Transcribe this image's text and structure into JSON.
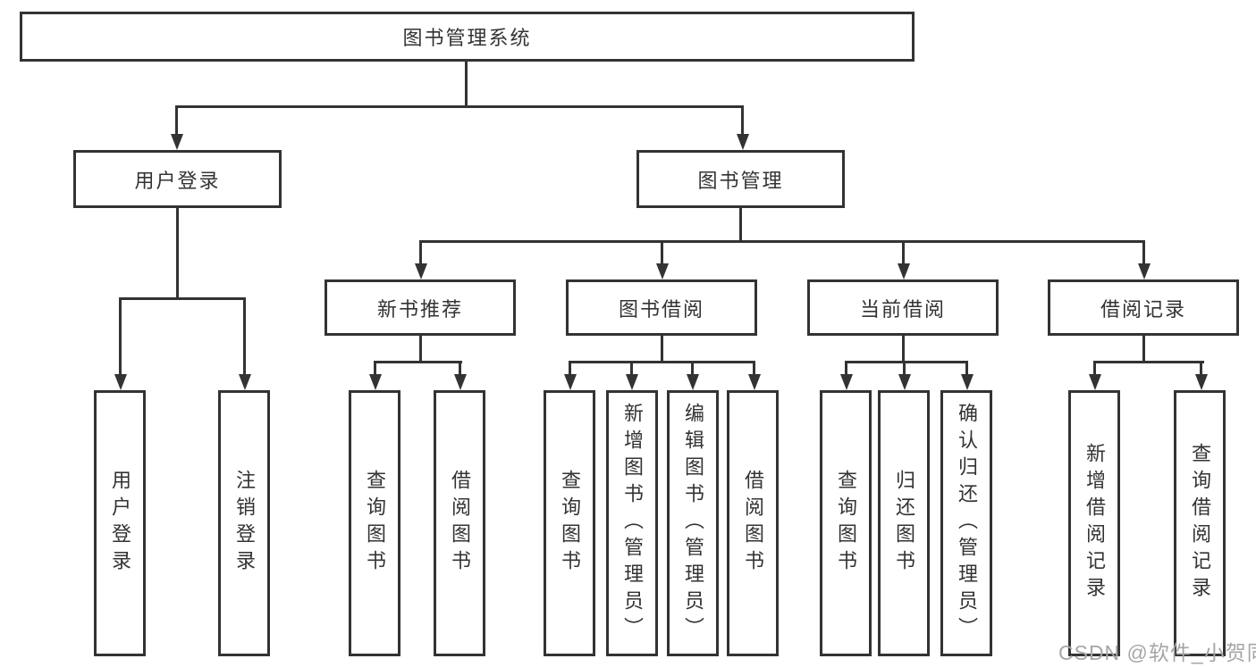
{
  "diagram": {
    "root": {
      "label": "图书管理系统",
      "children": [
        {
          "label": "用户登录",
          "children": [
            {
              "label": "用户登录"
            },
            {
              "label": "注销登录"
            }
          ]
        },
        {
          "label": "图书管理",
          "children": [
            {
              "label": "新书推荐",
              "children": [
                {
                  "label": "查询图书"
                },
                {
                  "label": "借阅图书"
                }
              ]
            },
            {
              "label": "图书借阅",
              "children": [
                {
                  "label": "查询图书"
                },
                {
                  "label": "新增图书（管理员）"
                },
                {
                  "label": "编辑图书（管理员）"
                },
                {
                  "label": "借阅图书"
                }
              ]
            },
            {
              "label": "当前借阅",
              "children": [
                {
                  "label": "查询图书"
                },
                {
                  "label": "归还图书"
                },
                {
                  "label": "确认归还（管理员）"
                }
              ]
            },
            {
              "label": "借阅记录",
              "children": [
                {
                  "label": "新增借阅记录"
                },
                {
                  "label": "查询借阅记录"
                }
              ]
            }
          ]
        }
      ]
    }
  },
  "watermark": {
    "text": "CSDN @软件_小贺同学"
  },
  "colors": {
    "line": "#333333",
    "text": "#333333",
    "box_background": "#ffffff",
    "watermark": "#a6a6a6",
    "background": "#ffffff"
  }
}
